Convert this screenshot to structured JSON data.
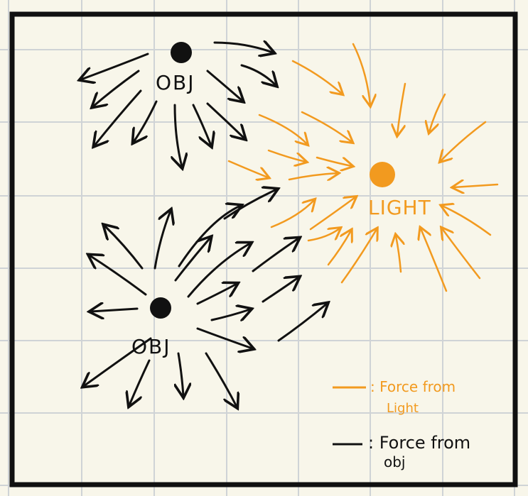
{
  "colors": {
    "paper": "#f8f6ea",
    "grid": "#cfd3d6",
    "ink": "#111111",
    "light": "#f29a1f"
  },
  "labels": {
    "obj_top": "OBJ",
    "obj_bottom": "OBJ",
    "light": "LIGHT"
  },
  "legend": {
    "light_line1": ": Force from",
    "light_line2": "Light",
    "obj_line1": ": Force from",
    "obj_line2": "obj"
  }
}
